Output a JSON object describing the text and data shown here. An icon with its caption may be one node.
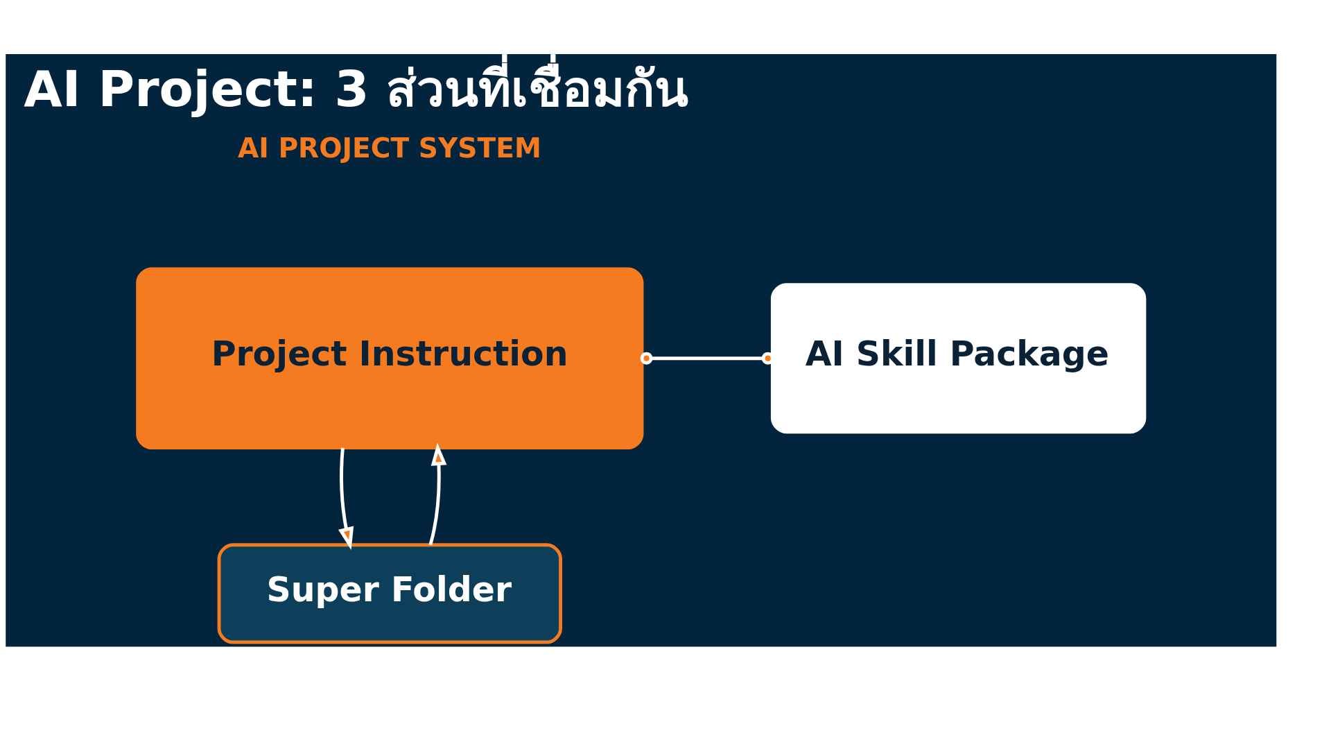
{
  "diagram": {
    "title": "AI Project: 3 ส่วนที่เชื่อมกัน",
    "nodes": [
      {
        "text": [
          "Project Instruction"
        ]
      },
      {
        "text": [
          "AI Skill Package"
        ]
      },
      {
        "text": [
          "Super Folder"
        ]
      }
    ],
    "edges": [
      {
        "from": 0,
        "to": 1,
        "arrow": "other"
      },
      {
        "from": 2,
        "to": 0,
        "arrow": "to"
      },
      {
        "from": 0,
        "to": 2,
        "arrow": "to"
      }
    ],
    "labels": [
      "AI PROJECT SYSTEM"
    ]
  }
}
